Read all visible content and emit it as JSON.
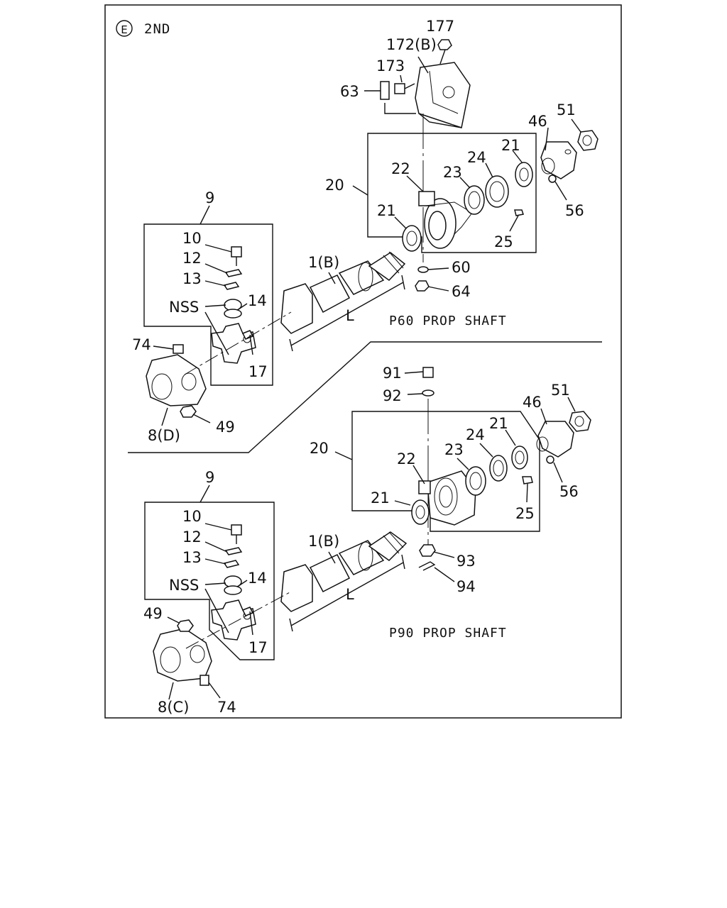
{
  "header": {
    "section_letter": "E",
    "section_title": "2ND"
  },
  "upper": {
    "caption": "P60 PROP SHAFT",
    "labels": {
      "l177": "177",
      "l172": "172(B)",
      "l173": "173",
      "l63": "63",
      "l51": "51",
      "l46": "46",
      "l21a": "21",
      "l56": "56",
      "l20": "20",
      "l22": "22",
      "l23": "23",
      "l24": "24",
      "l21b": "21",
      "l25": "25",
      "l60": "60",
      "l64": "64",
      "l9": "9",
      "l10": "10",
      "l12": "12",
      "l13": "13",
      "lnss": "NSS",
      "l14": "14",
      "l17": "17",
      "l74": "74",
      "l49": "49",
      "l8": "8(D)",
      "l1": "1(B)",
      "lL": "L"
    }
  },
  "lower": {
    "caption": "P90 PROP SHAFT",
    "labels": {
      "l91": "91",
      "l92": "92",
      "l51": "51",
      "l46": "46",
      "l20": "20",
      "l21a": "21",
      "l24": "24",
      "l23": "23",
      "l22": "22",
      "l21b": "21",
      "l56": "56",
      "l25": "25",
      "l93": "93",
      "l94": "94",
      "l9": "9",
      "l10": "10",
      "l12": "12",
      "l13": "13",
      "lnss": "NSS",
      "l14": "14",
      "l17": "17",
      "l49": "49",
      "l74": "74",
      "l8": "8(C)",
      "l1": "1(B)",
      "lL": "L"
    }
  }
}
